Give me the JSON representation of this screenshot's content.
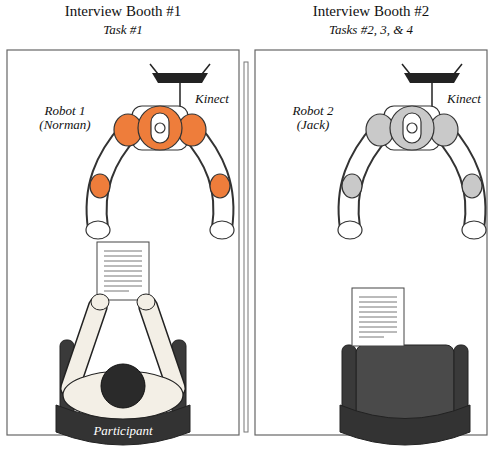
{
  "diagram": {
    "nodes": [
      {
        "text": [
          "Interview Booth #1",
          "Task #1"
        ]
      },
      {
        "text": [
          "Interview Booth #2",
          "Tasks #2, 3, & 4"
        ]
      }
    ],
    "labels": [
      "Kinect",
      "Robot 1 (Norman)",
      "Kinect",
      "Robot 2 (Jack)",
      "Participant"
    ]
  }
}
